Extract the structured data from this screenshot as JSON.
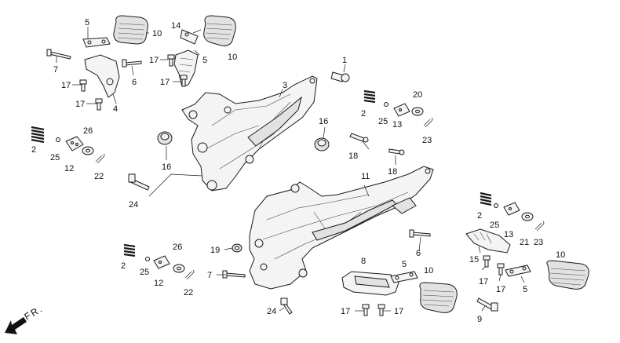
{
  "callouts": {
    "c1": "1",
    "c2a": "2",
    "c2b": "2",
    "c2c": "2",
    "c2d": "2",
    "c3": "3",
    "c4": "4",
    "c5a": "5",
    "c5b": "5",
    "c5c": "5",
    "c5d": "5",
    "c6a": "6",
    "c6b": "6",
    "c7a": "7",
    "c7b": "7",
    "c8": "8",
    "c9": "9",
    "c10a": "10",
    "c10b": "10",
    "c10c": "10",
    "c10d": "10",
    "c11": "11",
    "c12a": "12",
    "c12b": "12",
    "c13a": "13",
    "c13b": "13",
    "c14": "14",
    "c15": "15",
    "c16a": "16",
    "c16b": "16",
    "c17a": "17",
    "c17b": "17",
    "c17c": "17",
    "c17d": "17",
    "c17e": "17",
    "c17f": "17",
    "c17g": "17",
    "c17h": "17",
    "c18a": "18",
    "c18b": "18",
    "c19": "19",
    "c20": "20",
    "c21": "21",
    "c22a": "22",
    "c22b": "22",
    "c23a": "23",
    "c23b": "23",
    "c24a": "24",
    "c24b": "24",
    "c25a": "25",
    "c25b": "25",
    "c25c": "25",
    "c25d": "25",
    "c26a": "26",
    "c26b": "26"
  },
  "direction": {
    "label": "FR."
  }
}
